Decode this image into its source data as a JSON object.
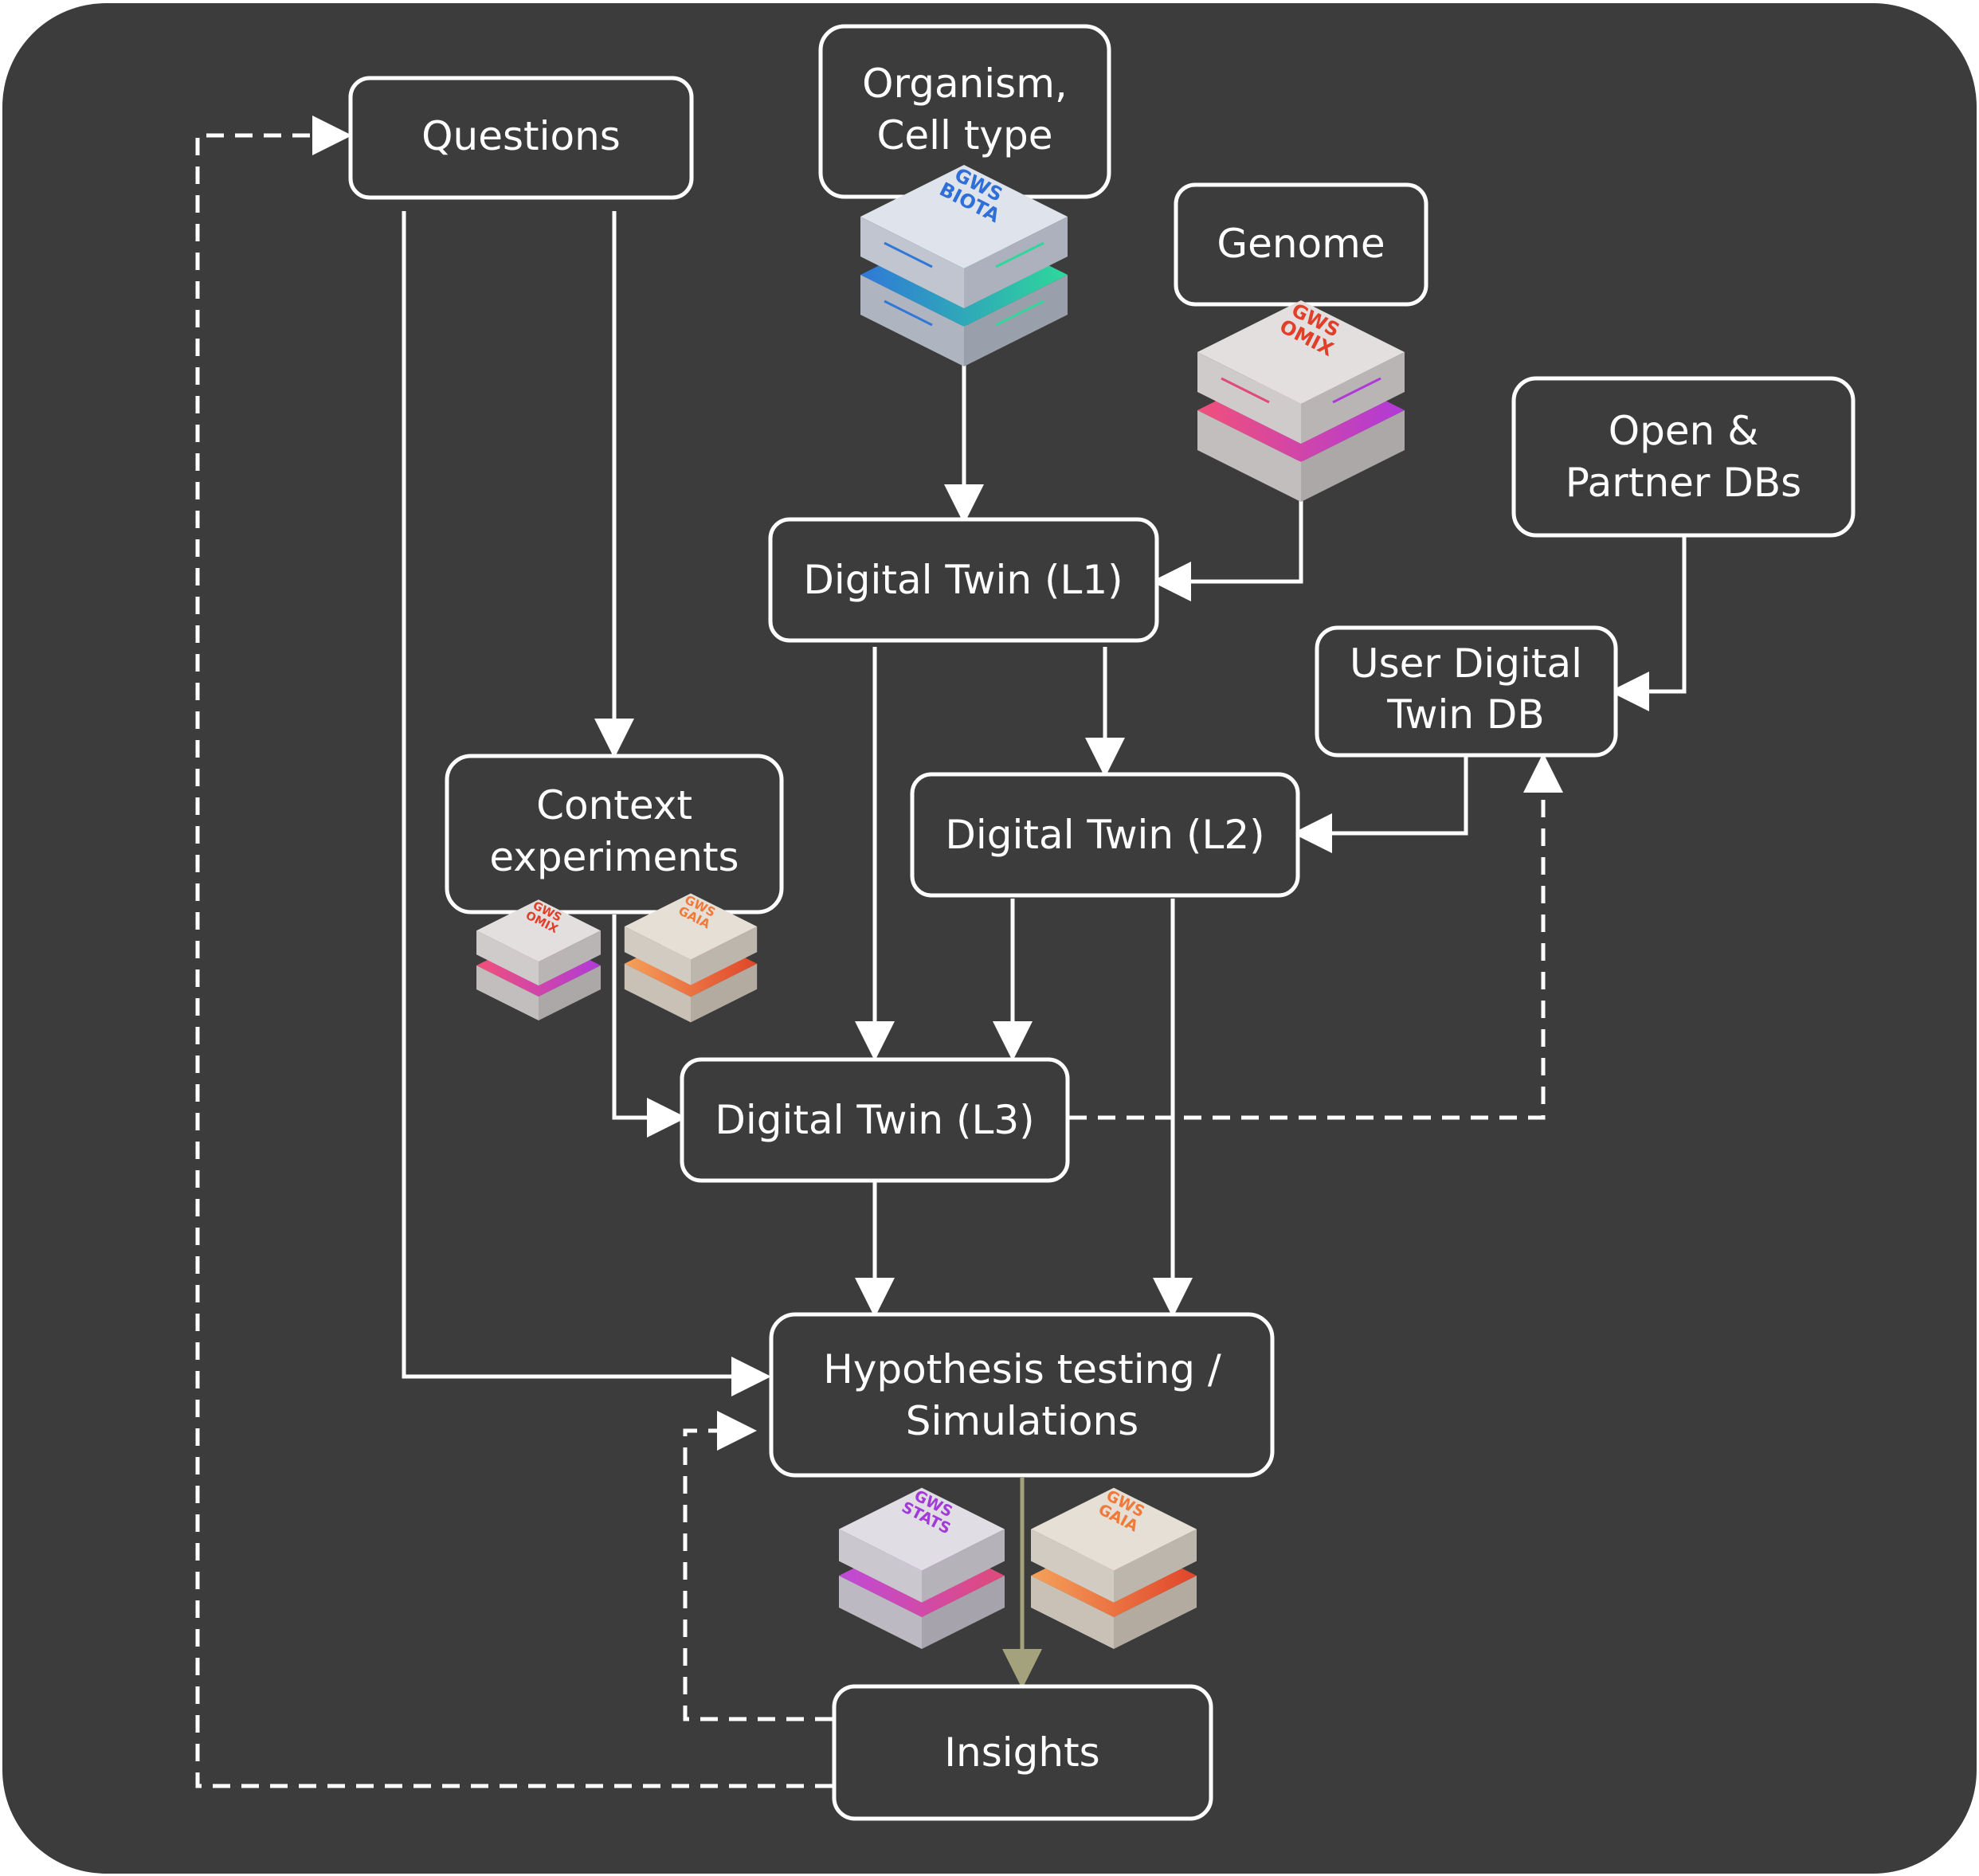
{
  "colors": {
    "background": "#3c3c3c",
    "outer": "#ffffff",
    "line": "#ffffff",
    "insight_arrow": "#a3a27c",
    "biota_accent": "#2f6fd8",
    "omix_accent": "#e0402a",
    "gaia_accent": "#f07a3a",
    "stats_accent": "#a23ad8"
  },
  "nodes": {
    "questions": "Questions",
    "organism": [
      "Organism,",
      "Cell type"
    ],
    "genome": "Genome",
    "open_dbs": [
      "Open &",
      "Partner DBs"
    ],
    "twin_l1": "Digital Twin (L1)",
    "user_db": [
      "User Digital",
      "Twin DB"
    ],
    "context": [
      "Context",
      "experiments"
    ],
    "twin_l2": "Digital Twin (L2)",
    "twin_l3": "Digital Twin (L3)",
    "hypothesis": [
      "Hypothesis testing /",
      "Simulations"
    ],
    "insights": "Insights"
  },
  "modules": {
    "biota": [
      "GWS",
      "BIOTA"
    ],
    "omix": [
      "GWS",
      "OMIX"
    ],
    "gaia": [
      "GWS",
      "GAIA"
    ],
    "stats": [
      "GWS",
      "STATS"
    ]
  }
}
